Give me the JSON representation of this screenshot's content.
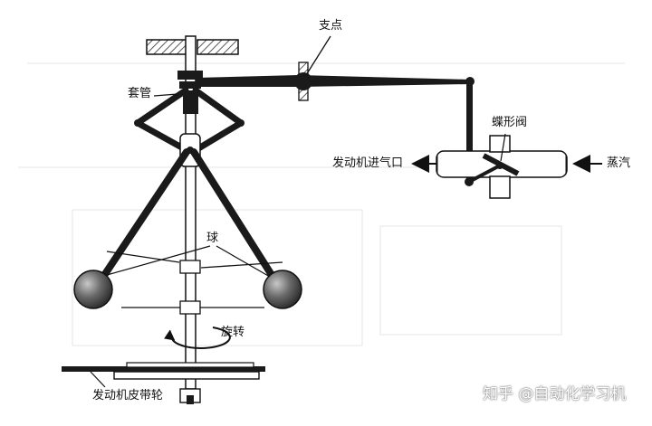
{
  "labels": {
    "pivot": "支点",
    "sleeve": "套管",
    "butterfly_valve": "蝶形阀",
    "engine_intake": "发动机进气口",
    "steam": "蒸汽",
    "ball": "球",
    "rotation": "旋转",
    "engine_pulley": "发动机皮带轮"
  },
  "watermark": "知乎 @自动化学习机",
  "colors": {
    "ink": "#1a1a1a",
    "ball": "#555555",
    "hatch": "#333333",
    "background": "#ffffff"
  }
}
